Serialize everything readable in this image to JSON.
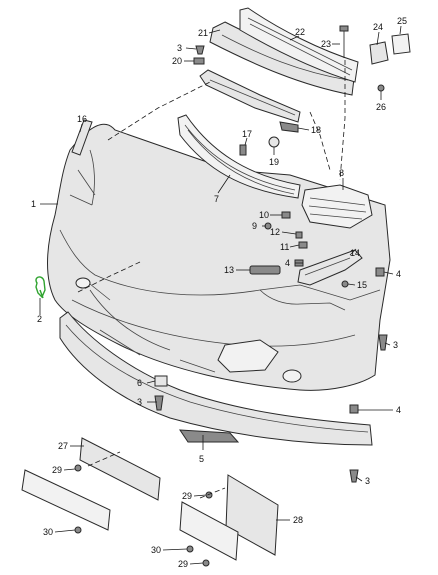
{
  "callouts": [
    "1",
    "2",
    "3",
    "3",
    "3",
    "3",
    "3",
    "4",
    "4",
    "4",
    "5",
    "6",
    "7",
    "8",
    "9",
    "10",
    "11",
    "12",
    "13",
    "14",
    "15",
    "16",
    "17",
    "18",
    "19",
    "20",
    "21",
    "22",
    "23",
    "24",
    "25",
    "26",
    "27",
    "28",
    "29",
    "29",
    "29",
    "30",
    "30"
  ],
  "colors": {
    "line": "#2a2a2a",
    "fill": "#e6e6e6",
    "accent": "#2fa32f"
  }
}
